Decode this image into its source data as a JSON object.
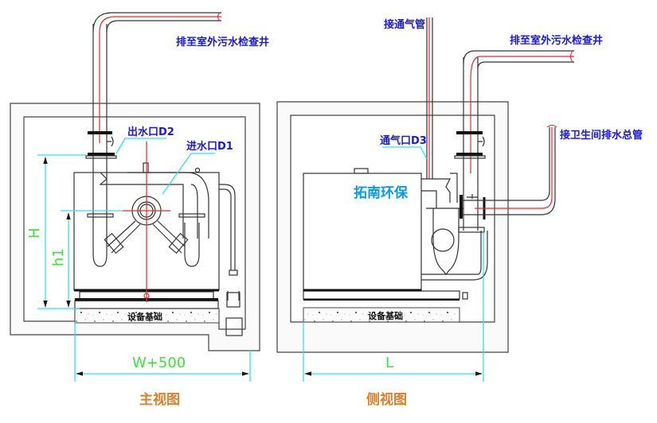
{
  "front_view": {
    "title": "主视图",
    "labels": {
      "discharge": "排至室外污水检查井",
      "outlet": "出水口D2",
      "inlet": "进水口D1",
      "foundation": "设备基础"
    },
    "dimensions": {
      "height_total": "H",
      "height_inlet": "h1",
      "width": "W+500"
    }
  },
  "side_view": {
    "title": "侧视图",
    "labels": {
      "vent_connect": "接通气管",
      "discharge": "排至室外污水检查井",
      "vent_port": "通气口D3",
      "bathroom_drain": "接卫生间排水总管",
      "foundation": "设备基础",
      "brand": "拓南环保"
    },
    "dimensions": {
      "length": "L"
    }
  },
  "colors": {
    "label_blue": "#1a1ad6",
    "brand_cyan": "#0a9ae0",
    "title_orange": "#d9822b",
    "dimension_green": "#3fe03f",
    "dimension_line_cyan": "#33e0e8",
    "centerline_red": "#e8262a"
  }
}
